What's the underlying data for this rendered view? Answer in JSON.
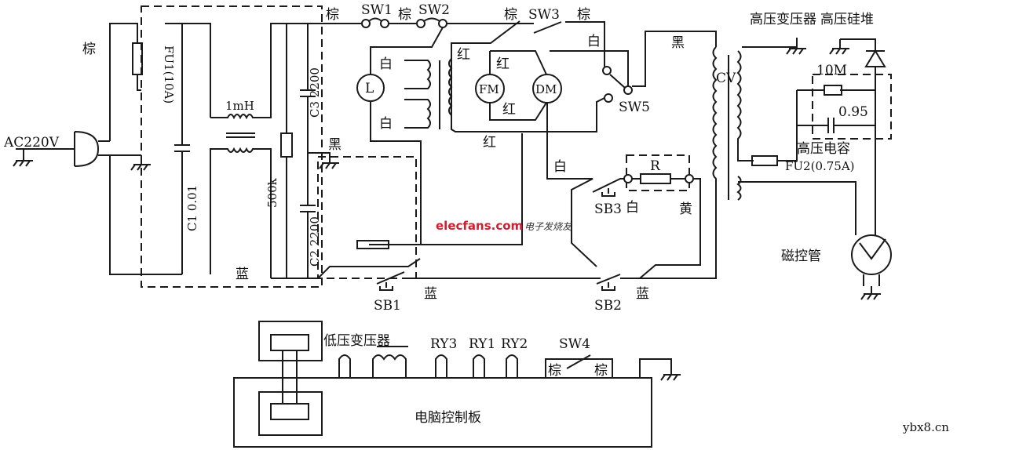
{
  "labels": {
    "ac_input": "AC220V",
    "brown_left": "棕",
    "fuse1": "FU1(10A)",
    "inductor": "1mH",
    "c1": "C1 0.01",
    "r500k": "500k",
    "c3": "C3 2200",
    "c2": "C2 2200",
    "black_left": "黑",
    "blue_bottom_left": "蓝",
    "brown_sw1": "棕",
    "sw1": "SW1",
    "brown_sw2": "棕",
    "sw2": "SW2",
    "brown_sw3_left": "棕",
    "sw3": "SW3",
    "brown_sw3_right": "棕",
    "lamp": "L",
    "white_lamp_top": "白",
    "white_lamp_bottom": "白",
    "red_transformer": "红",
    "red_fm_top": "红",
    "fm": "FM",
    "dm": "DM",
    "red_fm_bottom": "红",
    "red_bottom": "红",
    "white_sw5": "白",
    "sw5": "SW5",
    "black_right": "黑",
    "white_mid": "白",
    "resistor_r": "R",
    "sb3": "SB3",
    "white_sb3": "白",
    "yellow": "黄",
    "sb1": "SB1",
    "blue_sb1": "蓝",
    "sb2": "SB2",
    "blue_sb2": "蓝",
    "cv": "CV",
    "hv_transformer": "高压变压器",
    "hv_diode": "高压硅堆",
    "r10m": "10M",
    "c095": "0.95",
    "hv_capacitor": "高压电容",
    "fuse2": "FU2(0.75A)",
    "magnetron": "磁控管",
    "lv_transformer": "低压变压器",
    "ry3": "RY3",
    "ry1": "RY1",
    "ry2": "RY2",
    "sw4": "SW4",
    "brown_sw4_left": "棕",
    "brown_sw4_right": "棕",
    "control_board": "电脑控制板"
  },
  "watermark": {
    "site": "elecfans.com",
    "cn": "电子发烧友"
  },
  "footer_site": "ybx8.cn"
}
